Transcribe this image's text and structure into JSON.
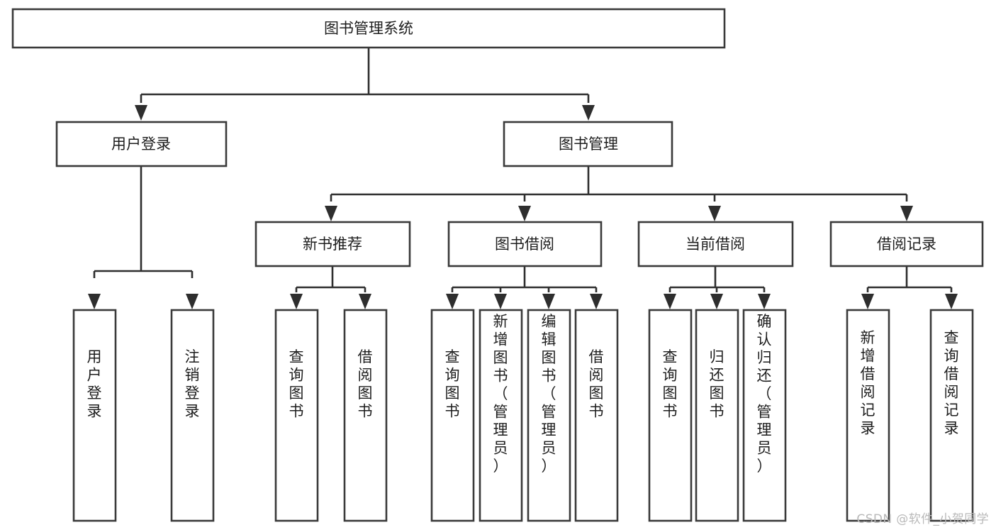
{
  "diagram": {
    "title": "图书管理系统",
    "type": "tree-hierarchy-chart",
    "colors": {
      "box_stroke": "#3a3a3a",
      "box_fill": "#ffffff",
      "connector": "#2e2e2e",
      "text": "#1d1d1d",
      "watermark": "#b9b9b9",
      "background": "#ffffff"
    },
    "root": {
      "label": "图书管理系统"
    },
    "level2": [
      {
        "id": "user-login",
        "label": "用户登录"
      },
      {
        "id": "book-management",
        "label": "图书管理"
      }
    ],
    "level3": [
      {
        "id": "new-book-recommend",
        "label": "新书推荐"
      },
      {
        "id": "book-borrow",
        "label": "图书借阅"
      },
      {
        "id": "current-borrow",
        "label": "当前借阅"
      },
      {
        "id": "borrow-record",
        "label": "借阅记录"
      }
    ],
    "leaves": {
      "user_login": [
        {
          "id": "leaf-user-login",
          "label": "用户登录"
        },
        {
          "id": "leaf-logout-login",
          "label": "注销登录"
        }
      ],
      "new_book_recommend": [
        {
          "id": "leaf-query-book-1",
          "label": "查询图书"
        },
        {
          "id": "leaf-borrow-book-1",
          "label": "借阅图书"
        }
      ],
      "book_borrow": [
        {
          "id": "leaf-query-book-2",
          "label": "查询图书"
        },
        {
          "id": "leaf-add-book",
          "label": "新增图书（管理员）"
        },
        {
          "id": "leaf-edit-book",
          "label": "编辑图书（管理员）"
        },
        {
          "id": "leaf-borrow-book-2",
          "label": "借阅图书"
        }
      ],
      "current_borrow": [
        {
          "id": "leaf-query-book-3",
          "label": "查询图书"
        },
        {
          "id": "leaf-return-book",
          "label": "归还图书"
        },
        {
          "id": "leaf-confirm-return",
          "label": "确认归还（管理员）"
        }
      ],
      "borrow_record": [
        {
          "id": "leaf-add-borrow-record",
          "label": "新增借阅记录"
        },
        {
          "id": "leaf-query-borrow-record",
          "label": "查询借阅记录"
        }
      ]
    }
  },
  "watermark": {
    "text": "CSDN @软件_小贺同学"
  }
}
